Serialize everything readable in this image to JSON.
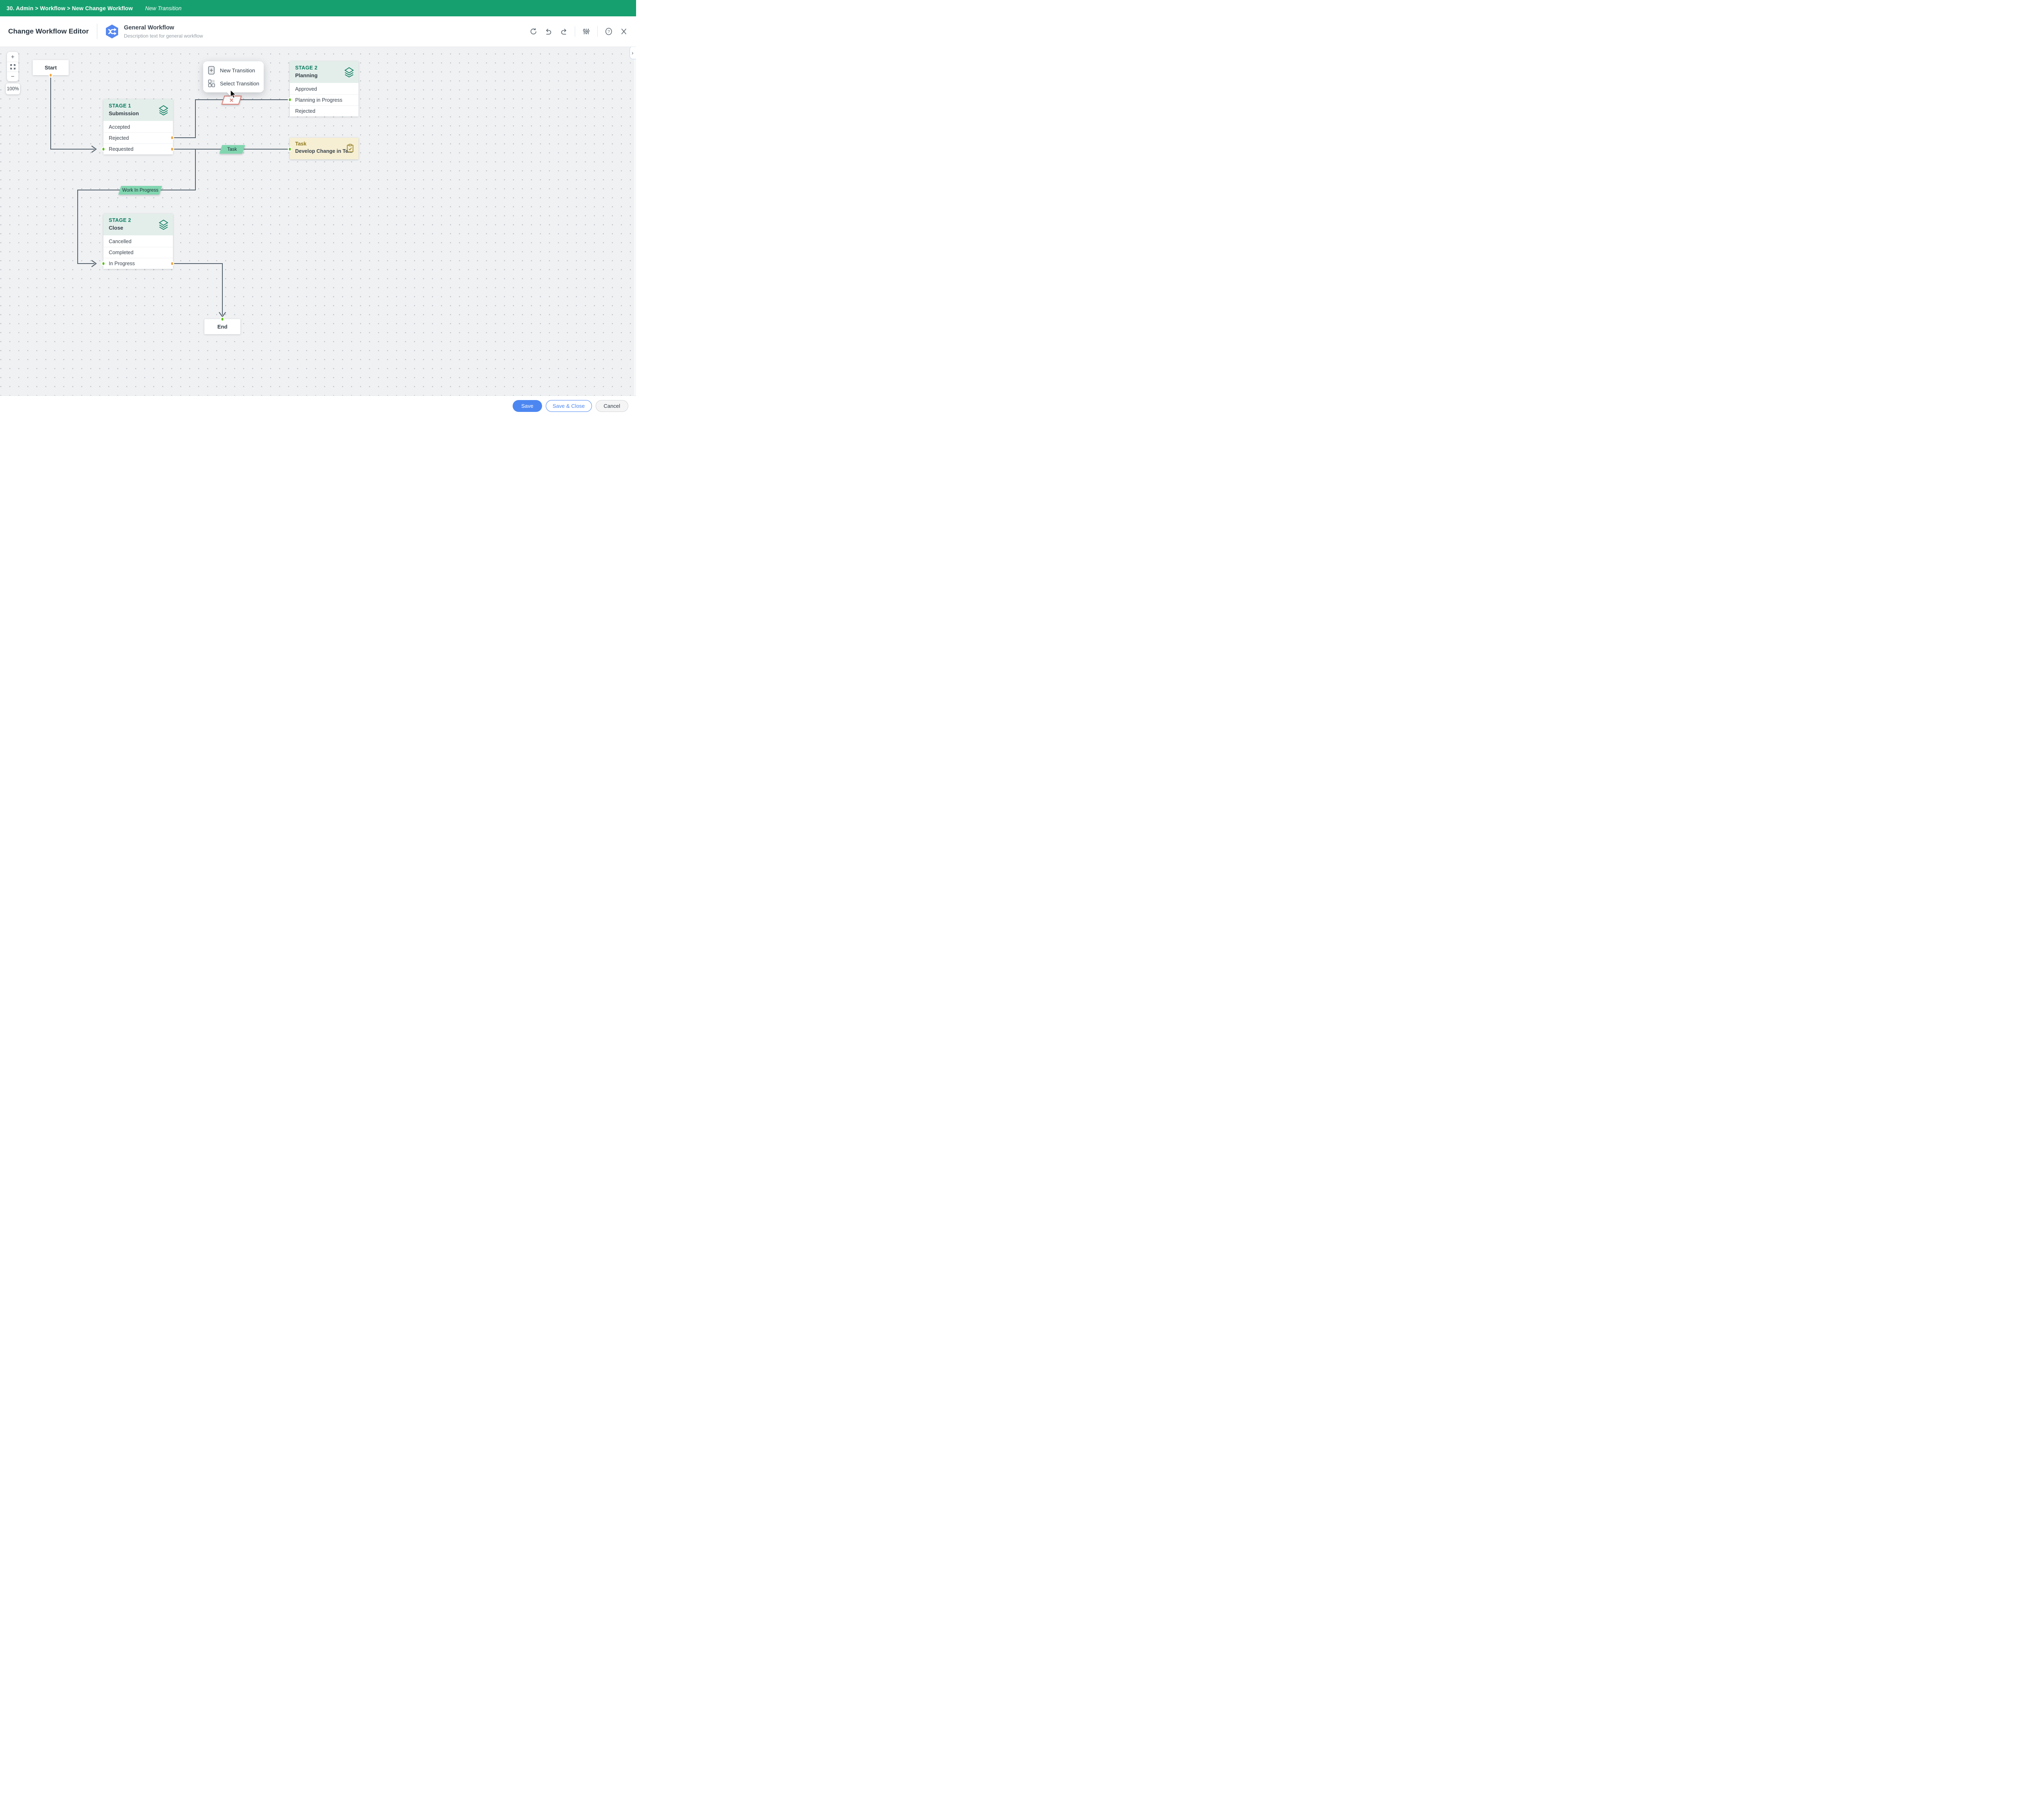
{
  "topbar": {
    "breadcrumb": "30. Admin > Workflow > New Change Workflow",
    "mode_label": "New Transition"
  },
  "header": {
    "app_title": "Change Workflow Editor",
    "workflow_name": "General Workflow",
    "workflow_description": "Description text for general workflow",
    "toolbar_icons": [
      "refresh-icon",
      "undo-icon",
      "redo-icon",
      "filters-icon",
      "help-icon",
      "close-icon"
    ]
  },
  "canvas": {
    "zoom_controls": {
      "zoom_in": "+",
      "zoom_out": "−",
      "zoom_level": "100%"
    },
    "context_menu": {
      "items": [
        {
          "label": "New Transition",
          "icon": "plus-card-icon"
        },
        {
          "label": "Select Transition",
          "icon": "grid-icon"
        }
      ]
    },
    "nodes": {
      "start": {
        "label": "Start"
      },
      "end": {
        "label": "End"
      },
      "stage1": {
        "badge": "STAGE 1",
        "name": "Submission",
        "statuses": [
          "Accepted",
          "Rejected",
          "Requested"
        ]
      },
      "stage2_planning": {
        "badge": "STAGE 2",
        "name": "Planning",
        "statuses": [
          "Approved",
          "Planning in Progress",
          "Rejected"
        ]
      },
      "stage2_close": {
        "badge": "STAGE 2",
        "name": "Close",
        "statuses": [
          "Cancelled",
          "Completed",
          "In Progress"
        ]
      },
      "task": {
        "badge": "Task",
        "name": "Develop Change in Te..."
      }
    },
    "transition_labels": {
      "task": "Task",
      "work_in_progress": "Work In Progress",
      "delete_glyph": "✕"
    },
    "panel_toggle_glyph": "›"
  },
  "footer": {
    "save": "Save",
    "save_and_close": "Save & Close",
    "cancel": "Cancel"
  },
  "colors": {
    "topbar_green": "#16A06F",
    "stage_green": "#087A5E",
    "stage_header_bg": "#E3EEEA",
    "task_bg": "#F6EFD4",
    "task_accent": "#90791D",
    "label_mint": "#81D6B0",
    "wire_gray": "#56636E",
    "inbound_port_green": "#59C214",
    "outbound_port_orange": "#F2A43E",
    "danger_red": "#DE7E76",
    "primary_blue": "#4C86F1"
  }
}
